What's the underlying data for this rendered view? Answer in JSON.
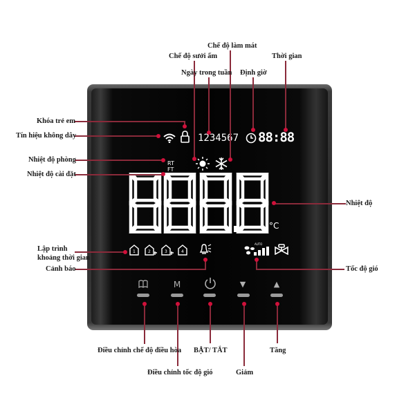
{
  "labels": {
    "cooling_mode": "Chế độ làm mát",
    "heating_mode": "Chế độ sưởi ấm",
    "time": "Thời gian",
    "day_of_week": "Ngày trong tuần",
    "timer": "Định giờ",
    "child_lock": "Khóa trẻ em",
    "wireless_signal": "Tín hiệu không dây",
    "room_temp": "Nhiệt độ phòng",
    "set_temp": "Nhiệt độ cài đặt",
    "temperature": "Nhiệt độ",
    "schedule_line1": "Lập trình",
    "schedule_line2": "khoảng thời gian",
    "alarm": "Cảnh báo",
    "fan_speed": "Tốc độ gió",
    "ac_mode_adjust": "Điều chỉnh chế độ điều hòa",
    "fan_speed_adjust": "Điều chỉnh tốc độ gió",
    "power": "BẬT/ TẮT",
    "decrease": "Giảm",
    "increase": "Tăng"
  },
  "display": {
    "weekdays": "1234567",
    "clock": "88:88",
    "main_digits": [
      "8",
      "8",
      "8",
      "8"
    ],
    "unit": "°C",
    "rt": "RT",
    "ft": "FT",
    "auto": "AUTO",
    "schedule_periods": [
      "1",
      "2",
      "3",
      "4"
    ]
  },
  "buttons": [
    {
      "name": "mode-button",
      "icon": "book-icon",
      "glyph": "🕮"
    },
    {
      "name": "fan-button",
      "icon": "m-icon",
      "glyph": "M"
    },
    {
      "name": "power-button",
      "icon": "power-icon",
      "glyph": "⏻"
    },
    {
      "name": "down-button",
      "icon": "triangle-down-icon",
      "glyph": "▼"
    },
    {
      "name": "up-button",
      "icon": "triangle-up-icon",
      "glyph": "▲"
    }
  ],
  "colors": {
    "leader_line": "#8a2a3a",
    "dot": "#d0103a",
    "display": "#ffffff",
    "screen": "#030303"
  }
}
